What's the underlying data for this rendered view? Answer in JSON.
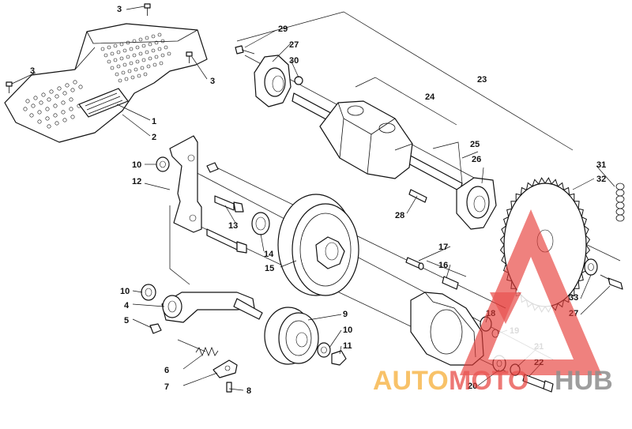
{
  "callouts": {
    "c1": "1",
    "c2": "2",
    "c3a": "3",
    "c3b": "3",
    "c3c": "3",
    "c4": "4",
    "c5": "5",
    "c6": "6",
    "c7": "7",
    "c8": "8",
    "c9": "9",
    "c10a": "10",
    "c10b": "10",
    "c10c": "10",
    "c11": "11",
    "c12": "12",
    "c13": "13",
    "c14": "14",
    "c15": "15",
    "c16": "16",
    "c17": "17",
    "c18": "18",
    "c19": "19",
    "c20": "20",
    "c21": "21",
    "c22": "22",
    "c23": "23",
    "c24": "24",
    "c25": "25",
    "c26": "26",
    "c27a": "27",
    "c27b": "27",
    "c28": "28",
    "c29": "29",
    "c30": "30",
    "c31": "31",
    "c32": "32",
    "c33": "33"
  },
  "watermark": {
    "part1": "AUTO",
    "part2": "MOTO",
    "part3": "HUB",
    "colors": {
      "orange": "#f5a623",
      "red": "#e53935",
      "gray": "#7a7a7a"
    }
  }
}
